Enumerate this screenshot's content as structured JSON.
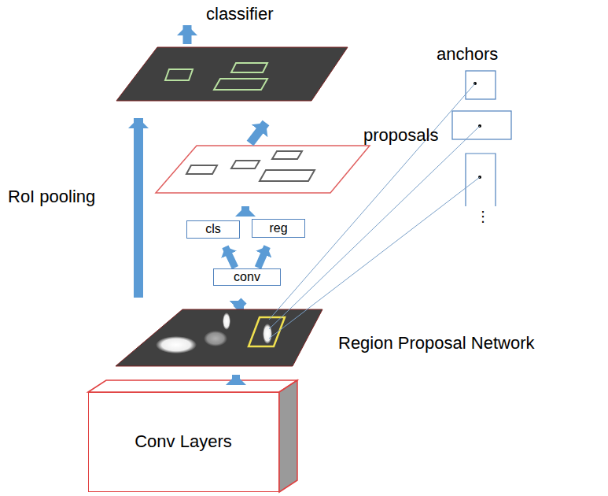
{
  "diagram": {
    "nodes": [
      {
        "text": [
          "cls"
        ]
      },
      {
        "text": [
          "reg"
        ]
      },
      {
        "text": [
          "conv"
        ]
      },
      {
        "text": [
          "Conv Layers"
        ]
      }
    ],
    "edges": [
      {
        "from": 2,
        "to": 0,
        "arrow": "to"
      },
      {
        "from": 2,
        "to": 1,
        "arrow": "to"
      }
    ],
    "labels": [
      "classifier",
      "proposals",
      "anchors",
      "RoI pooling",
      "Region Proposal Network",
      "⋮"
    ]
  }
}
